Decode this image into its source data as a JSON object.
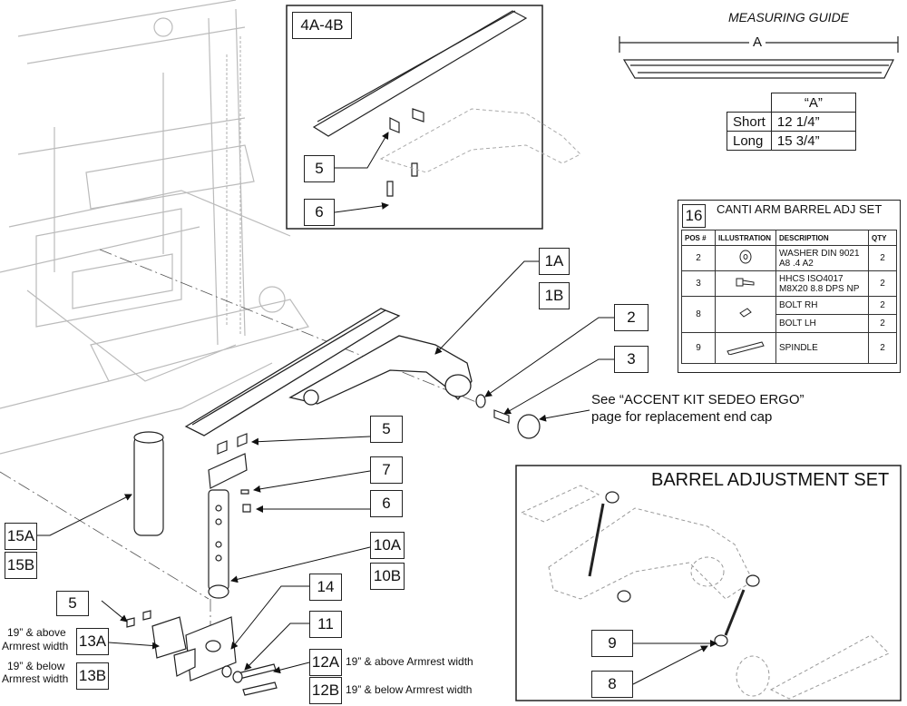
{
  "measuring_guide": {
    "title": "MEASURING GUIDE",
    "dim_label": "A",
    "table": {
      "header": [
        "",
        "“A”"
      ],
      "rows": [
        {
          "size": "Short",
          "value": "12 1/4”"
        },
        {
          "size": "Long",
          "value": "15 3/4”"
        }
      ]
    }
  },
  "inset_top": {
    "label": "4A-4B"
  },
  "parts_box": {
    "number": "16",
    "title": "CANTI ARM BARREL ADJ SET",
    "columns": [
      "POS #",
      "ILLUSTRATION",
      "DESCRIPTION",
      "QTY"
    ],
    "rows": [
      {
        "pos": "2",
        "icon": "washer-icon",
        "desc": "WASHER DIN 9021 A8 .4 A2",
        "qty": "2"
      },
      {
        "pos": "3",
        "icon": "bolt-icon",
        "desc": "HHCS ISO4017 M8X20 8.8 DPS NP",
        "qty": "2"
      },
      {
        "pos": "8",
        "icon": "barrel-bolt-icon",
        "desc": "BOLT RH",
        "qty": "2"
      },
      {
        "pos": "",
        "icon": "",
        "desc": "BOLT LH",
        "qty": "2"
      },
      {
        "pos": "9",
        "icon": "spindle-icon",
        "desc": "SPINDLE",
        "qty": "2"
      }
    ]
  },
  "barrel_set": {
    "title": "BARREL ADJUSTMENT SET",
    "callouts": [
      "9",
      "8"
    ]
  },
  "callouts": {
    "c1A": "1A",
    "c1B": "1B",
    "c2": "2",
    "c3": "3",
    "c5a": "5",
    "c6a": "6",
    "c5b": "5",
    "c7": "7",
    "c6b": "6",
    "c10A": "10A",
    "c10B": "10B",
    "c15A": "15A",
    "c15B": "15B",
    "c14": "14",
    "c11": "11",
    "c5c": "5",
    "c13A": "13A",
    "c13B": "13B",
    "c12A": "12A",
    "c12B": "12B"
  },
  "notes": {
    "end_cap_1": "See “ACCENT KIT SEDEO ERGO”",
    "end_cap_2": "page for replacement end cap",
    "n13A_1": "19” & above",
    "n13A_2": "Armrest width",
    "n13B_1": "19” & below",
    "n13B_2": "Armrest width",
    "n12A": "19” & above Armrest width",
    "n12B": "19” & below Armrest width"
  }
}
